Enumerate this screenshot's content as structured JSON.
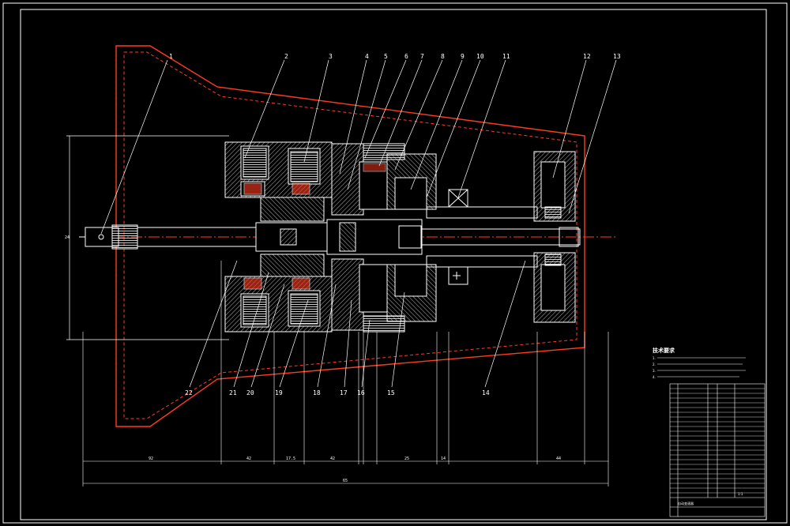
{
  "drawing": {
    "background": "#000000",
    "line_color": "#ffffff",
    "hatch_color": "#ffffff",
    "housing_color": "#ff3b1f",
    "centerline_color": "#ff3b1f",
    "yellow_accent": "#ffd000",
    "balloons": [
      "1",
      "2",
      "3",
      "4",
      "5",
      "6",
      "7",
      "8",
      "9",
      "10",
      "11",
      "12",
      "13",
      "14",
      "15",
      "16",
      "17",
      "18",
      "19",
      "20",
      "21",
      "22"
    ],
    "dimensions": [
      "92",
      "42",
      "17.5",
      "42",
      "",
      "",
      "",
      "25",
      "14",
      "",
      "44",
      "65",
      "",
      "24"
    ],
    "notes_title": "技术要求",
    "notes_lines": [
      "1.",
      "2.",
      "3.",
      "4."
    ],
    "title_block_name": "自动变速器",
    "title_scale": "1:1"
  }
}
